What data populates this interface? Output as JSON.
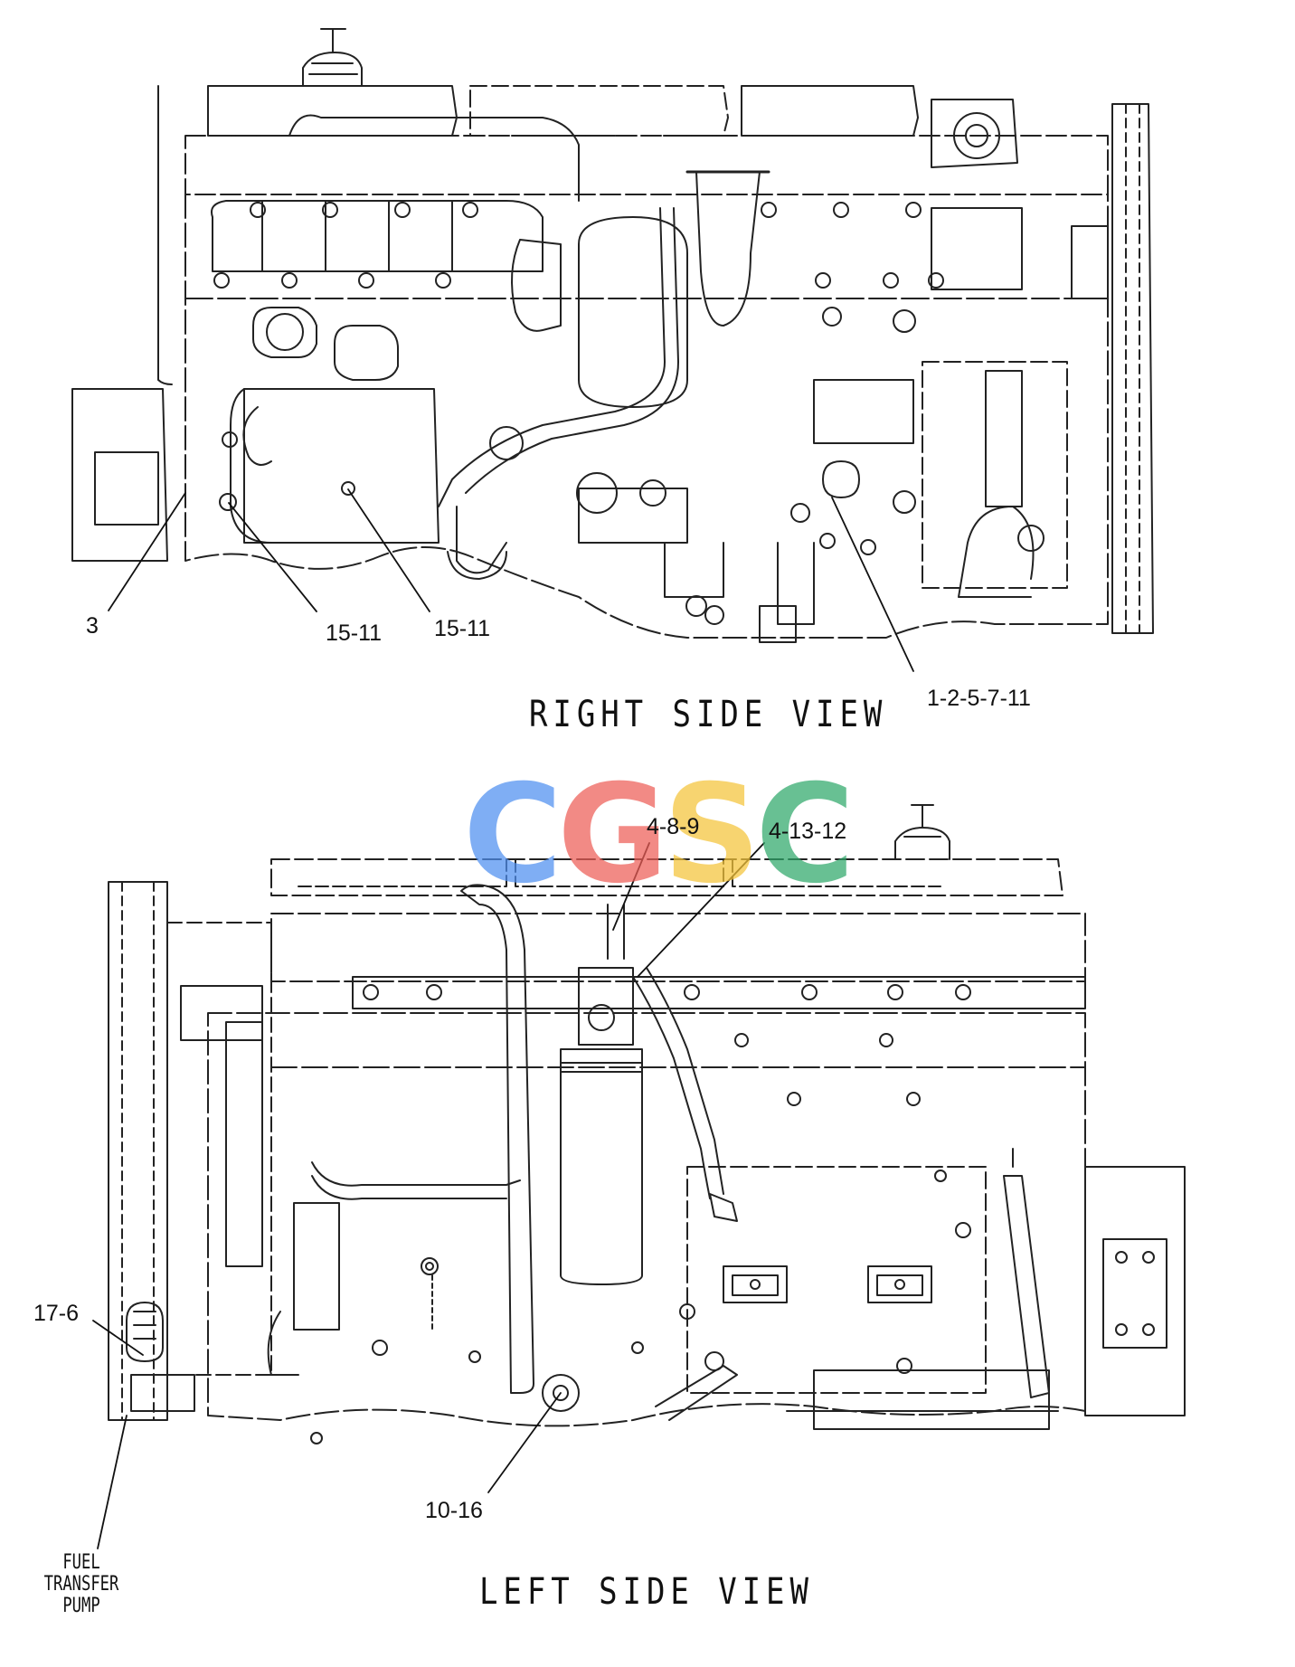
{
  "views": {
    "right": {
      "title": "RIGHT SIDE VIEW"
    },
    "left": {
      "title": "LEFT SIDE VIEW"
    }
  },
  "callouts": {
    "c3": "3",
    "c15_11_a": "15-11",
    "c15_11_b": "15-11",
    "c1_2_5_7_11": "1-2-5-7-11",
    "c4_8_9": "4-8-9",
    "c4_13_12": "4-13-12",
    "c17_6": "17-6",
    "c10_16": "10-16"
  },
  "notes": {
    "fuel_transfer_pump": [
      "FUEL",
      "TRANSFER",
      "PUMP"
    ]
  },
  "watermark": {
    "letters": [
      "C",
      "G",
      "S",
      "C"
    ],
    "colors": [
      "#4f8ff0",
      "#ee5e57",
      "#f5c43a",
      "#2fa86a"
    ]
  },
  "colors": {
    "line": "#111111",
    "background": "#ffffff"
  }
}
